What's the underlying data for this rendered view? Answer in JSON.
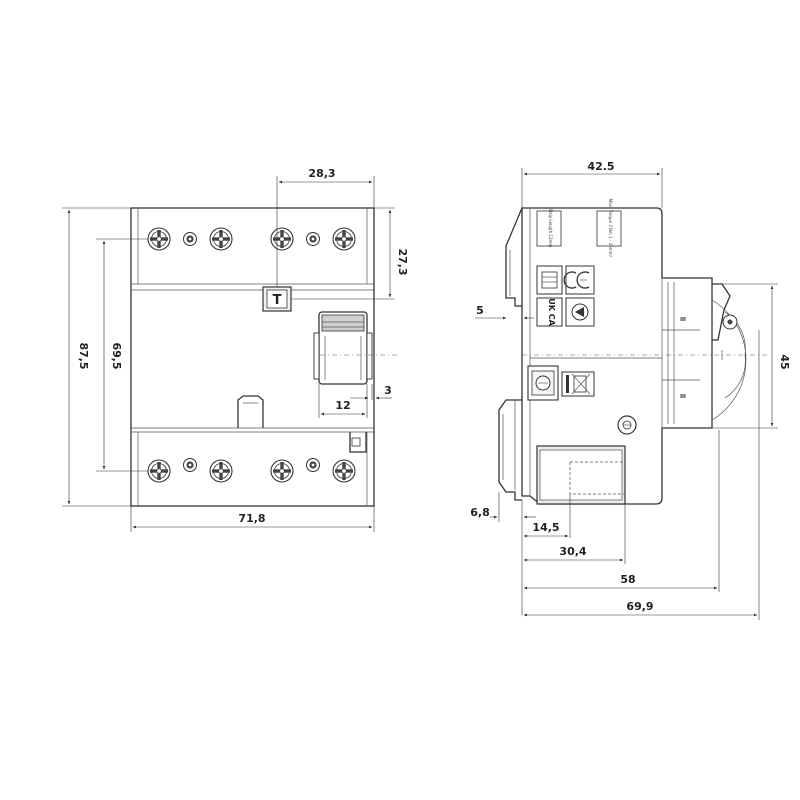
{
  "dimensions": {
    "front_total_height": "87,5",
    "front_terminal_spacing": "69,5",
    "front_width": "71,8",
    "front_button_offset": "28,3",
    "front_top_offset": "27,3",
    "front_lever_width": "12",
    "front_lever_gap": "3",
    "side_depth_top": "42.5",
    "side_rail_offset": "5",
    "side_height": "45",
    "side_clip": "6,8",
    "side_d1": "14,5",
    "side_d2": "30,4",
    "side_d3": "58",
    "side_total_depth": "69,9"
  },
  "labels": {
    "test_button": "T",
    "side_label_1": "Strip Length 12mm",
    "side_label_2": "Max. Torque 3 Nm 1 - 25mm²",
    "symbol_ce": "CE",
    "symbol_ukca": "UK CA"
  },
  "icons": [
    "terminal-screw-icon",
    "test-button-icon",
    "ce-mark-icon",
    "ukca-mark-icon",
    "weee-bin-icon",
    "lever-icon"
  ]
}
